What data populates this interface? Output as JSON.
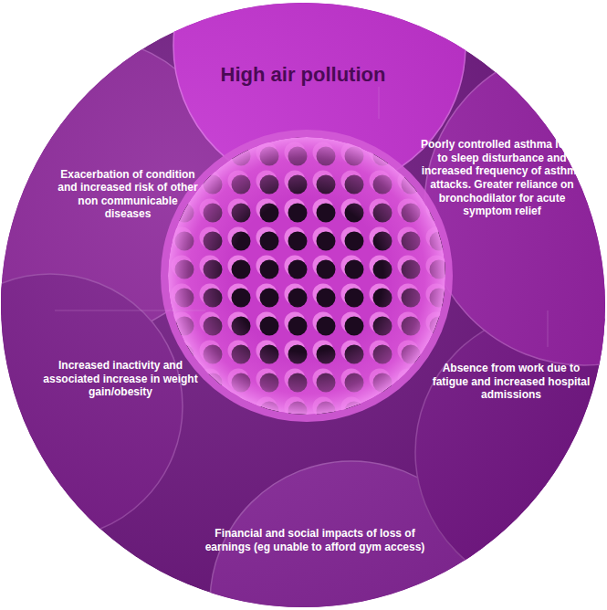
{
  "diagram": {
    "nodes": [
      {
        "text": [
          "High air pollution"
        ]
      },
      {
        "text": [
          "Poorly controlled asthma leads to sleep disturbance and increased frequency of asthma attacks. Greater reliance on bronchodilator for acute symptom relief"
        ]
      },
      {
        "text": [
          "Absence from work due to fatigue and increased hospital admissions"
        ]
      },
      {
        "text": [
          "Financial and social impacts of loss of earnings (eg unable to afford gym access)"
        ]
      },
      {
        "text": [
          "Increased inactivity and associated increase in weight gain/obesity"
        ]
      },
      {
        "text": [
          "Exacerbation of condition and increased risk of other non communicable diseases"
        ]
      }
    ]
  }
}
